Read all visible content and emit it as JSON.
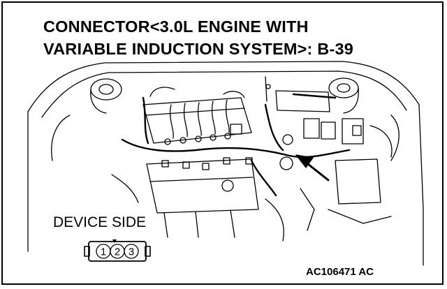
{
  "title": {
    "line1": "CONNECTOR<3.0L ENGINE WITH",
    "line2": "VARIABLE INDUCTION SYSTEM>: B-39"
  },
  "connector": {
    "label": "DEVICE SIDE",
    "pins": [
      "1",
      "2",
      "3"
    ]
  },
  "figure_code": "AC106471 AC"
}
